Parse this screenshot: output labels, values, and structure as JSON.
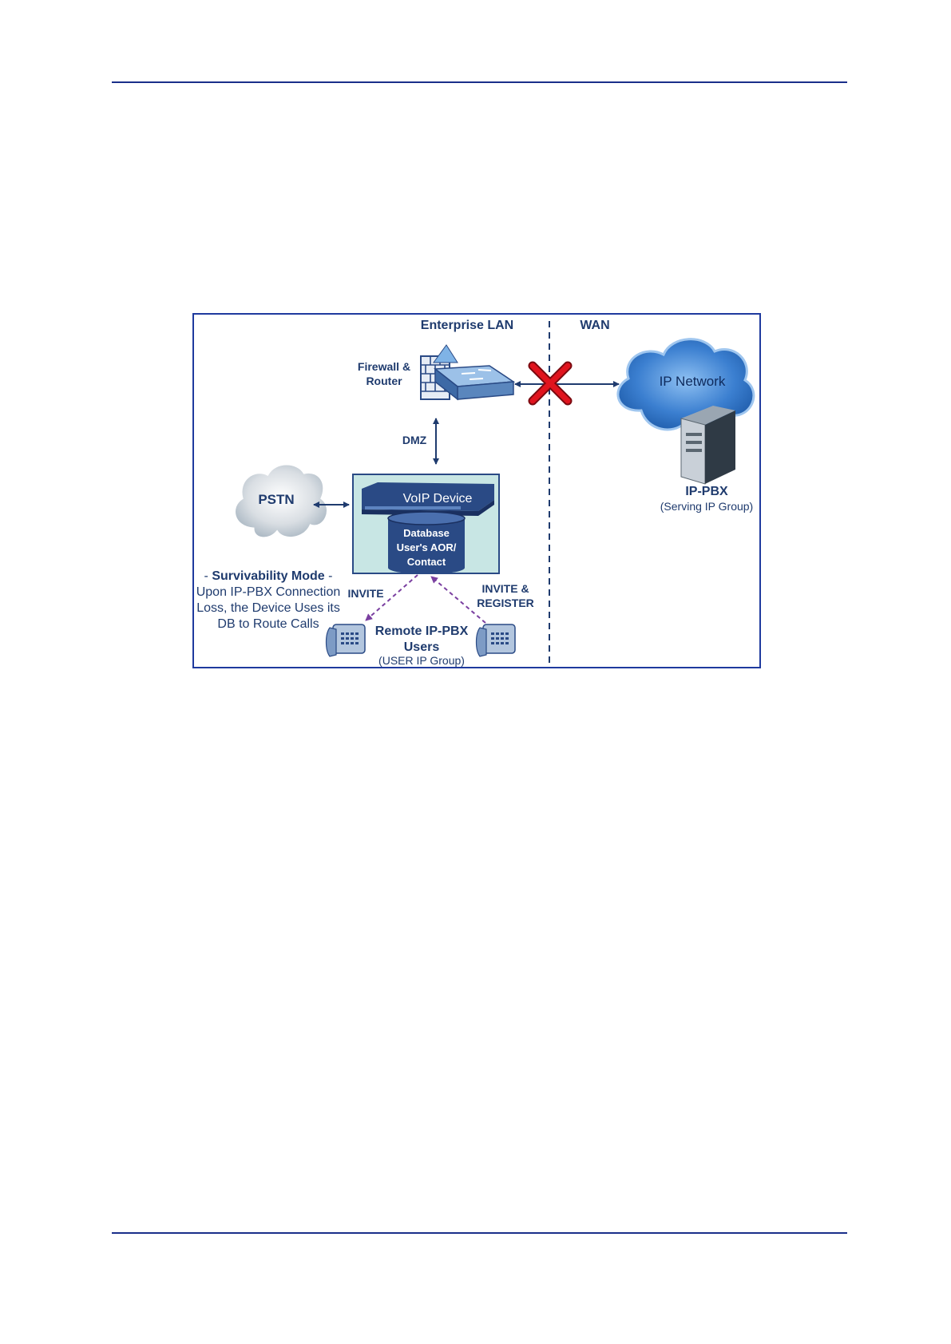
{
  "diagram": {
    "zone_lan": "Enterprise LAN",
    "zone_wan": "WAN",
    "firewall_line1": "Firewall &",
    "firewall_line2": "Router",
    "dmz": "DMZ",
    "ip_network": "IP Network",
    "ip_pbx": "IP-PBX",
    "serving_group": "(Serving IP Group)",
    "pstn": "PSTN",
    "voip_device": "VoIP Device",
    "db_line1": "Database",
    "db_line2": "User's AOR/",
    "db_line3": "Contact",
    "survival_title_pre": "- ",
    "survival_title": "Survivability Mode",
    "survival_title_post": " -",
    "survival_line1": "Upon IP-PBX Connection",
    "survival_line2": "Loss, the Device Uses its",
    "survival_line3": "DB to Route Calls",
    "invite": "INVITE",
    "invite_register_1": "INVITE &",
    "invite_register_2": "REGISTER",
    "remote_line1": "Remote IP-PBX",
    "remote_line2": "Users",
    "user_group": "(USER IP Group)"
  },
  "colors": {
    "rule": "#1a2f8a",
    "frame": "#1f3a9e",
    "text": "#1f3b6e",
    "voip_box": "#c8e6e4",
    "device": "#2a4a85",
    "cloud_blue": "#3b7fd0",
    "cloud_grey": "#c9d0d6",
    "cross": "#e0141e",
    "dashed_arrow": "#7a3fa0"
  }
}
